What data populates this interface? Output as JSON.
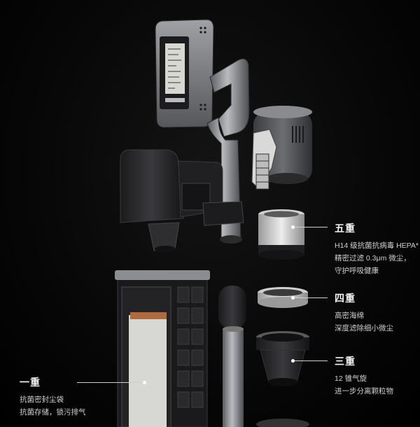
{
  "labels": [
    {
      "id": "stage5",
      "title": "五重",
      "lines": [
        "H14 级抗菌抗病毒 HEPA*",
        "精密过滤 0.3μm 微尘，",
        "守护呼吸健康"
      ]
    },
    {
      "id": "stage4",
      "title": "四重",
      "lines": [
        "高密海绵",
        "深度滤除细小微尘"
      ]
    },
    {
      "id": "stage3",
      "title": "三重",
      "lines": [
        "12 锥气旋",
        "进一步分离颗粒物"
      ]
    },
    {
      "id": "stage1",
      "title": "一重",
      "lines": [
        "抗菌密封尘袋",
        "抗菌存储，锁污排气"
      ]
    }
  ],
  "colors": {
    "background": "#000000",
    "text": "#e8e8e8",
    "accent_copper": "#b06a3f"
  },
  "icons": [
    "product-exploded-view"
  ]
}
